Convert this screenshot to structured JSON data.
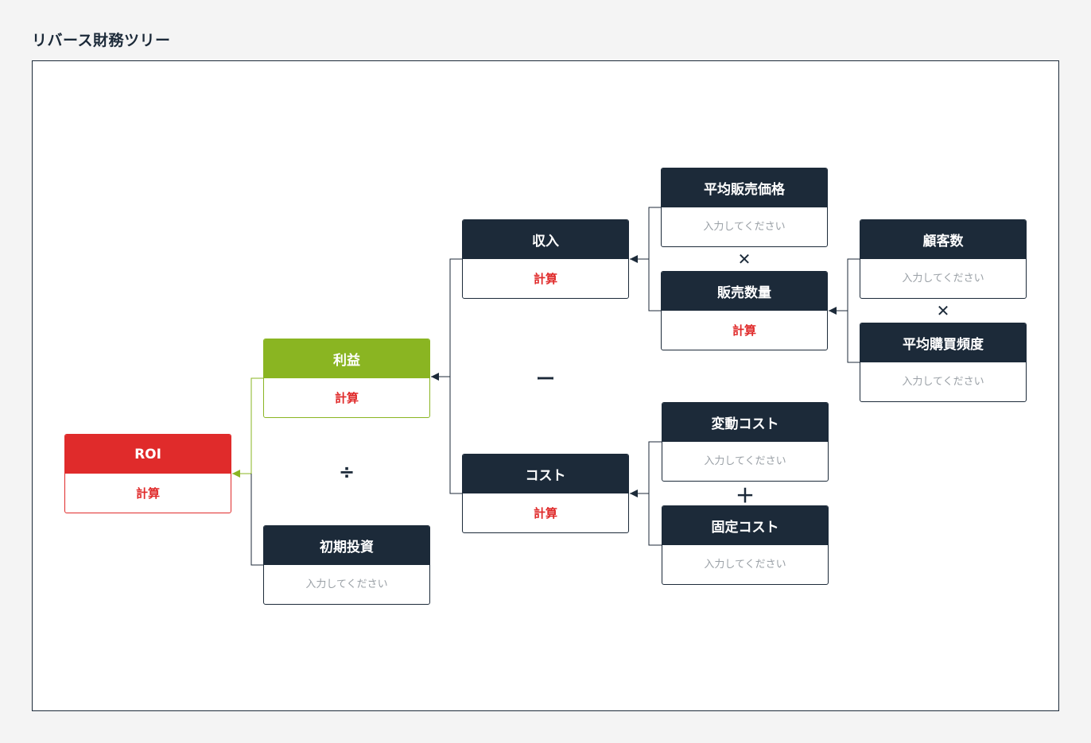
{
  "page": {
    "title": "リバース財務ツリー"
  },
  "nodes": {
    "roi": {
      "label": "ROI",
      "value": "計算"
    },
    "profit": {
      "label": "利益",
      "value": "計算"
    },
    "initial_investment": {
      "label": "初期投資",
      "placeholder": "入力してください"
    },
    "revenue": {
      "label": "収入",
      "value": "計算"
    },
    "cost": {
      "label": "コスト",
      "value": "計算"
    },
    "avg_price": {
      "label": "平均販売価格",
      "placeholder": "入力してください"
    },
    "sales_volume": {
      "label": "販売数量",
      "value": "計算"
    },
    "customers": {
      "label": "顧客数",
      "placeholder": "入力してください"
    },
    "avg_frequency": {
      "label": "平均購買頻度",
      "placeholder": "入力してください"
    },
    "variable_cost": {
      "label": "変動コスト",
      "placeholder": "入力してください"
    },
    "fixed_cost": {
      "label": "固定コスト",
      "placeholder": "入力してください"
    }
  },
  "operators": {
    "divide": "÷",
    "minus": "ー",
    "times_revenue": "✕",
    "times_volume": "✕",
    "plus": "＋"
  },
  "colors": {
    "navy": "#1c2a39",
    "red": "#e02b2b",
    "green": "#8ab522",
    "placeholder": "#9aa0a6"
  }
}
